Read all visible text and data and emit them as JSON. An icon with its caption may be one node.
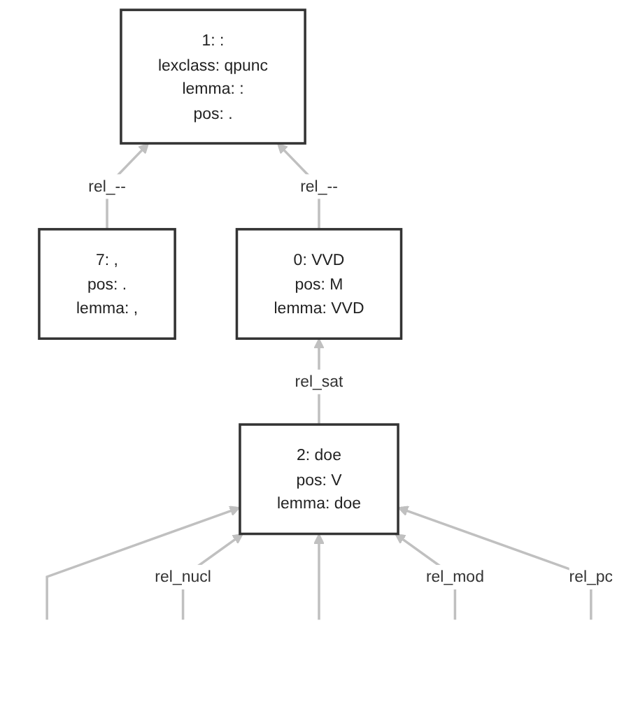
{
  "diagram": {
    "nodes": [
      {
        "text": [
          "1: :",
          "lexclass: qpunc",
          "lemma: :",
          "pos: ."
        ]
      },
      {
        "text": [
          "7: ,",
          "pos: .",
          "lemma: ,"
        ]
      },
      {
        "text": [
          "0: VVD",
          "pos: M",
          "lemma: VVD"
        ]
      },
      {
        "text": [
          "2: doe",
          "pos: V",
          "lemma: doe"
        ]
      }
    ],
    "edges": [
      {
        "from": 1,
        "to": 0,
        "arrow": "to",
        "label": "rel_--"
      },
      {
        "from": 2,
        "to": 0,
        "arrow": "to",
        "label": "rel_--"
      },
      {
        "from": 3,
        "to": 2,
        "arrow": "to",
        "label": "rel_sat"
      },
      {
        "from": null,
        "to": 3,
        "arrow": "to"
      },
      {
        "from": null,
        "to": 3,
        "arrow": "to",
        "label": "rel_nucl"
      },
      {
        "from": null,
        "to": 3,
        "arrow": "to"
      },
      {
        "from": null,
        "to": 3,
        "arrow": "to",
        "label": "rel_mod"
      },
      {
        "from": null,
        "to": 3,
        "arrow": "to",
        "label": "rel_pc"
      }
    ]
  }
}
